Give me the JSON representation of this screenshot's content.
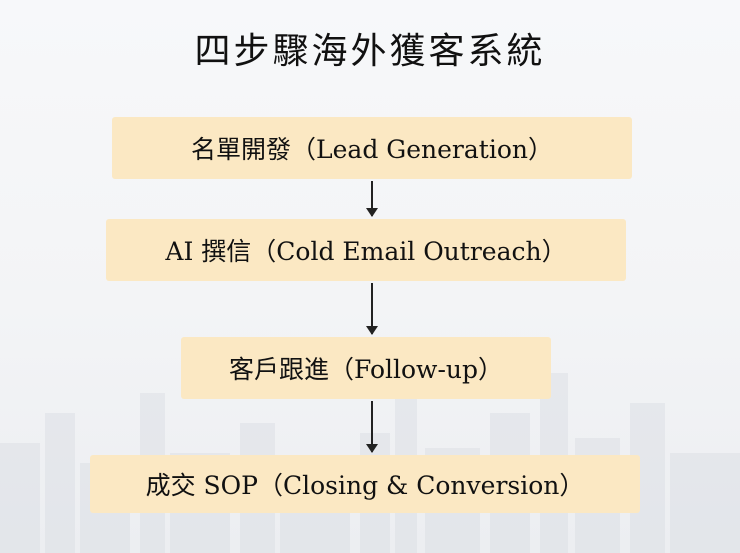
{
  "title": "四步驟海外獲客系統",
  "steps": [
    {
      "label": "名單開發（Lead Generation）"
    },
    {
      "label": "AI 撰信（Cold Email Outreach）"
    },
    {
      "label": "客戶跟進（Follow-up）"
    },
    {
      "label": "成交 SOP（Closing & Conversion）"
    }
  ]
}
